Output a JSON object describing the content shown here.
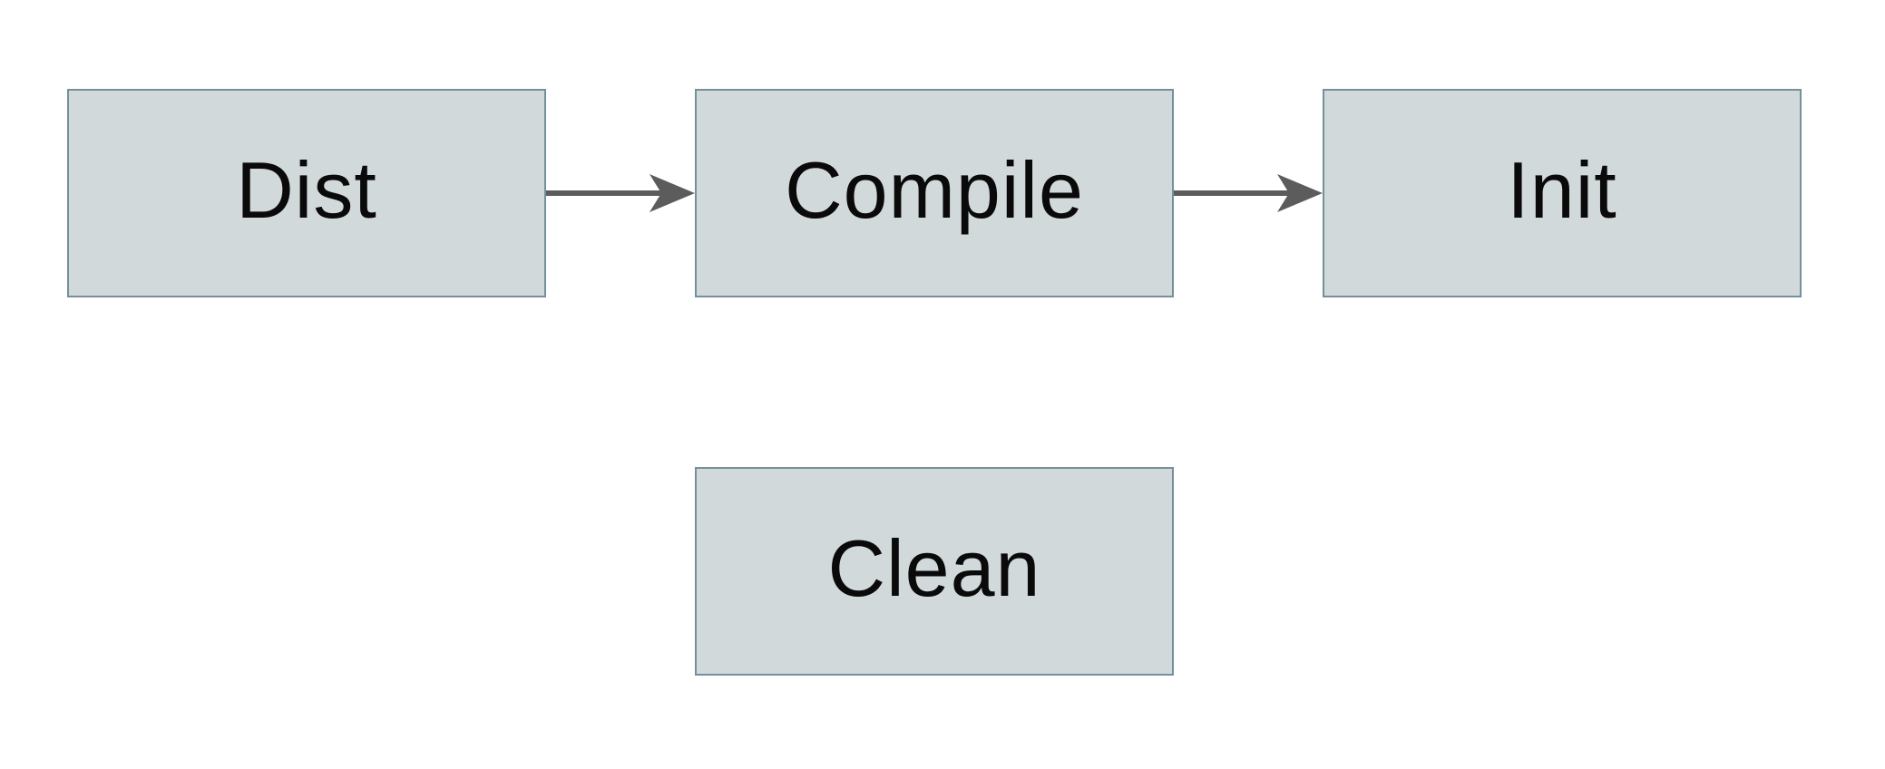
{
  "diagram": {
    "type": "flowchart",
    "nodes": [
      {
        "id": "dist",
        "label": "Dist"
      },
      {
        "id": "compile",
        "label": "Compile"
      },
      {
        "id": "init",
        "label": "Init"
      },
      {
        "id": "clean",
        "label": "Clean"
      }
    ],
    "edges": [
      {
        "from": "Dist",
        "to": "Compile",
        "style": "solid-arrow"
      },
      {
        "from": "Compile",
        "to": "Init",
        "style": "solid-arrow"
      }
    ],
    "colors": {
      "node_fill": "#d2d9db",
      "node_border": "#75909b",
      "arrow_color": "#5c5c5c",
      "label_color": "#0a0a0a",
      "canvas_bg": "#ffffff"
    }
  }
}
